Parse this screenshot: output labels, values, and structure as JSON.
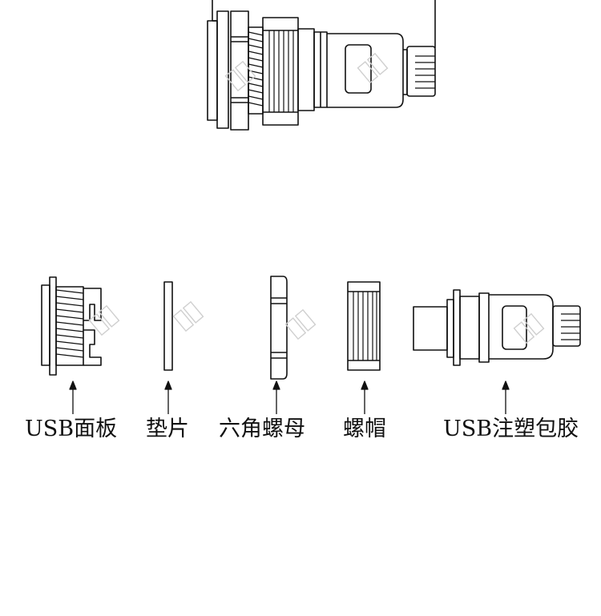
{
  "labels": {
    "usb_panel": "USB面板",
    "gasket": "垫片",
    "hex_nut": "六角螺母",
    "screw_cap": "螺帽",
    "usb_overmold": "USB注塑包胶"
  },
  "watermark": "灏华",
  "colors": {
    "line": "#111111",
    "background": "#ffffff",
    "watermark": "#cfcfcf"
  }
}
